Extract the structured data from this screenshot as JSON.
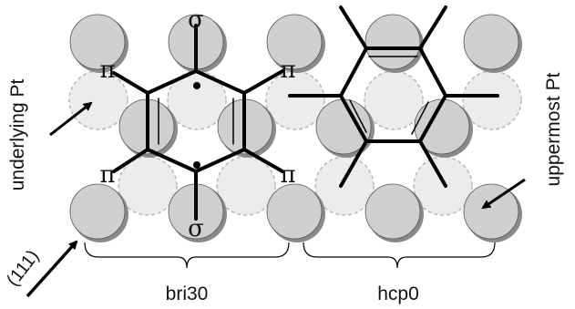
{
  "labels": {
    "underlying": "underlying Pt",
    "uppermost": "uppermost Pt",
    "direction": "(111)",
    "site_left": "bri30",
    "site_right": "hcp0"
  },
  "symbols": {
    "sigma": "σ",
    "pi": "π"
  },
  "colors": {
    "upper_atom_fill": "#cfcfcf",
    "upper_atom_shadow": "#8a8a8a",
    "lower_atom_fill": "#ececec",
    "lower_atom_dash": "#b8b8b8",
    "bond_line": "#000000"
  }
}
